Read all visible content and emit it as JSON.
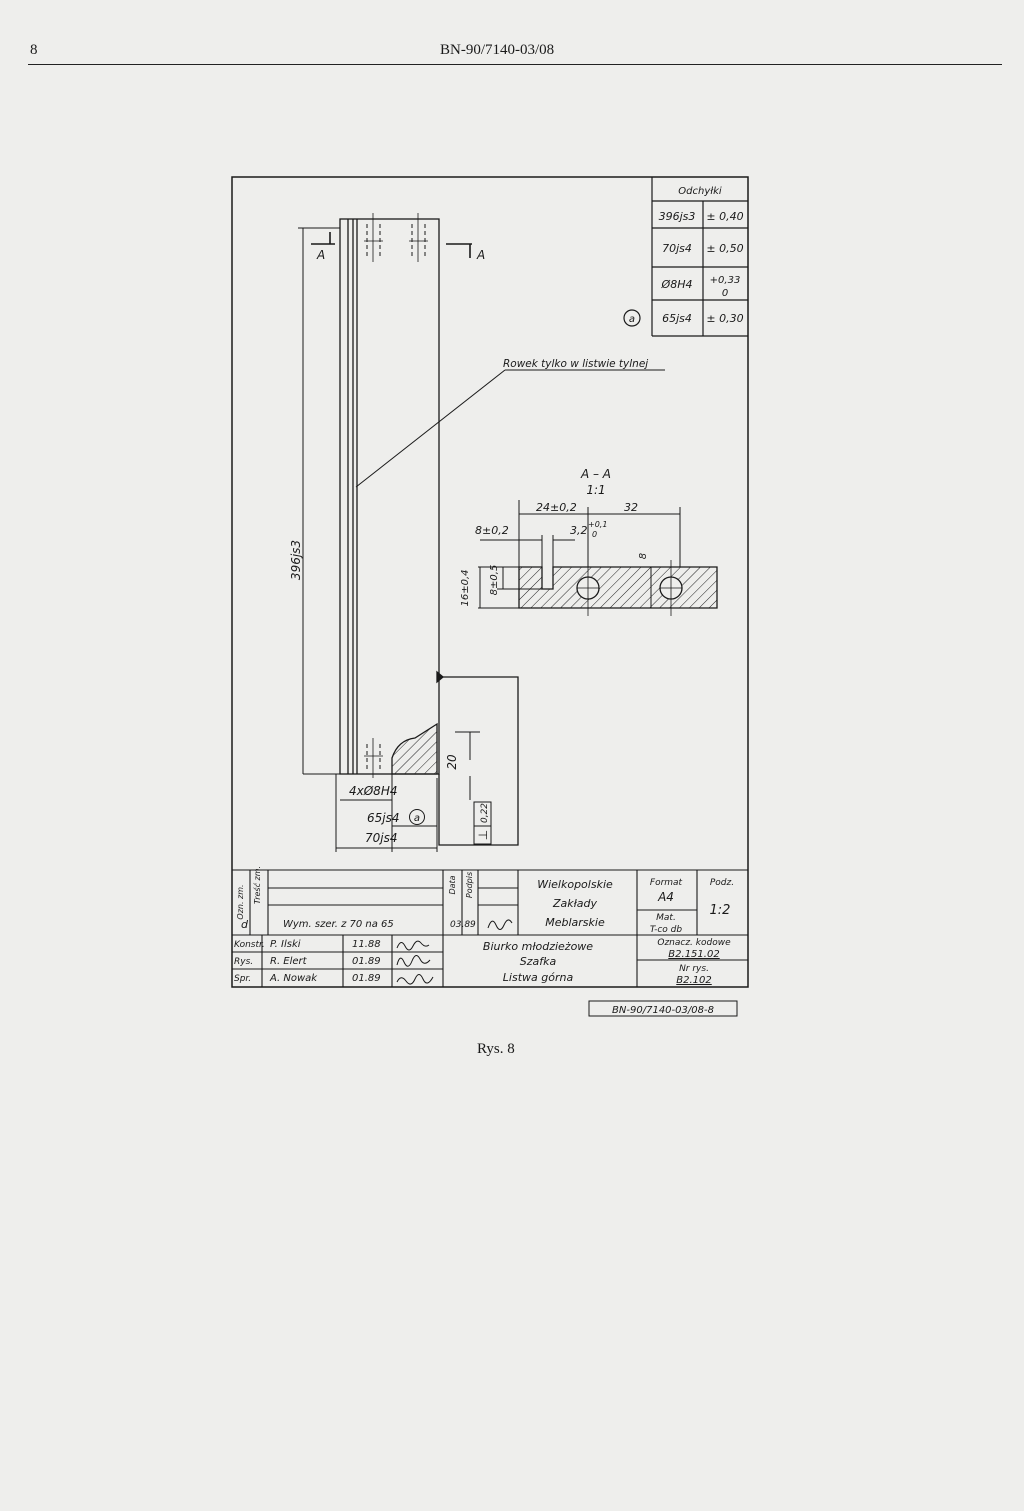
{
  "header": {
    "page_number": "8",
    "standard_code": "BN-90/7140-03/08"
  },
  "tolerance_table": {
    "title": "Odchyłki",
    "rows": [
      {
        "marker": "",
        "dimension": "396js3",
        "tolerance": "± 0,40"
      },
      {
        "marker": "",
        "dimension": "70js4",
        "tolerance": "± 0,50"
      },
      {
        "marker": "",
        "dimension": "Ø8H4",
        "tolerance_upper": "+0,33",
        "tolerance_lower": "0"
      },
      {
        "marker": "a",
        "dimension": "65js4",
        "tolerance": "± 0,30"
      }
    ]
  },
  "view": {
    "section_label_left": "A",
    "section_label_right": "A",
    "groove_note": "Rowek tylko w listwie tylnej",
    "length_dim": "396js3",
    "holes_dim": "4xØ8H4",
    "dim_65": "65js4",
    "dim_65_marker": "a",
    "dim_70": "70js4",
    "dim_20": "20",
    "perp_symbol": "⊥",
    "perp_tol": "0,22"
  },
  "section": {
    "title": "A – A",
    "scale": "1:1",
    "dim_24": "24±0,2",
    "dim_32": "32",
    "dim_8": "8±0,2",
    "dim_32b": "3,2",
    "dim_32b_tol": "+0,1",
    "dim_32b_tol_lower": "0",
    "dim_16": "16±0,4",
    "dim_8b": "8±0,5",
    "dim_8c": "8"
  },
  "title_block": {
    "changes_col_label": "Ozn. zm.",
    "content_col_label": "Treść zm.",
    "date_col_label": "Data",
    "sign_col_label": "Podpis",
    "change_mark": "d",
    "change_text": "Wym. szer. z 70 na 65",
    "change_date": "03.89",
    "company_line1": "Wielkopolskie",
    "company_line2": "Zakłady",
    "company_line3": "Meblarskie",
    "format_label": "Format",
    "format_value": "A4",
    "scale_label": "Podz.",
    "scale_value": "1:2",
    "material_label": "Mat.",
    "material_value": "T-co db",
    "roles": [
      {
        "role": "Konstr.",
        "name": "P. Ilski",
        "date": "11.88"
      },
      {
        "role": "Rys.",
        "name": "R. Elert",
        "date": "01.89"
      },
      {
        "role": "Spr.",
        "name": "A. Nowak",
        "date": "01.89"
      }
    ],
    "product_line1": "Biurko młodzieżowe",
    "product_line2": "Szafka",
    "product_line3": "Listwa górna",
    "code_label": "Oznacz. kodowe",
    "code_value": "B2.151.02",
    "drawing_no_label": "Nr rys.",
    "drawing_no_value": "B2.102",
    "reference": "BN-90/7140-03/08-8"
  },
  "caption": "Rys. 8"
}
